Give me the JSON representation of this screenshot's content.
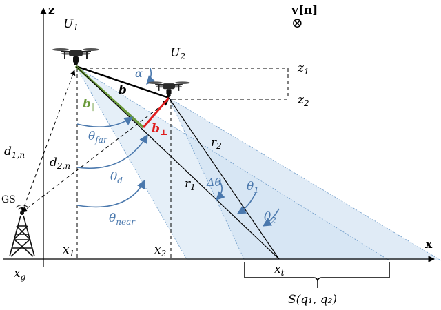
{
  "labels": {
    "z_axis": "z",
    "x_axis": "x",
    "u1": "U",
    "u1_sub": "1",
    "u2": "U",
    "u2_sub": "2",
    "z1": "z",
    "z1_sub": "1",
    "z2": "z",
    "z2_sub": "2",
    "velocity": "v[n]",
    "velocity_symbol": "⊗",
    "alpha": "α",
    "b": "b",
    "b_par": "b",
    "b_par_sub": "∥",
    "b_perp": "b",
    "b_perp_sub": "⊥",
    "theta_far": "θ",
    "theta_far_sub": "far",
    "theta_d": "θ",
    "theta_d_sub": "d",
    "theta_near": "θ",
    "theta_near_sub": "near",
    "d1n": "d",
    "d1n_sub": "1,n",
    "d2n": "d",
    "d2n_sub": "2,n",
    "gs": "GS",
    "r1": "r",
    "r1_sub": "1",
    "r2": "r",
    "r2_sub": "2",
    "delta_theta": "Δθ",
    "theta1": "θ",
    "theta1_sub": "1",
    "theta2": "θ",
    "theta2_sub": "2",
    "x1": "x",
    "x1_sub": "1",
    "x2": "x",
    "x2_sub": "2",
    "xt": "x",
    "xt_sub": "t",
    "xg": "x",
    "xg_sub": "g",
    "swath": "S(q₁, q₂)"
  },
  "colors": {
    "beam_fill": "#dce9f5",
    "beam_edge": "#6f9cc9",
    "arc_blue": "#4a78ad",
    "b_parallel": "#6a9a3a",
    "b_perp": "#e01e1e",
    "ink": "#000000"
  },
  "icons": [
    "drone-icon",
    "drone-icon",
    "radio-tower-icon",
    "into-page-icon"
  ]
}
